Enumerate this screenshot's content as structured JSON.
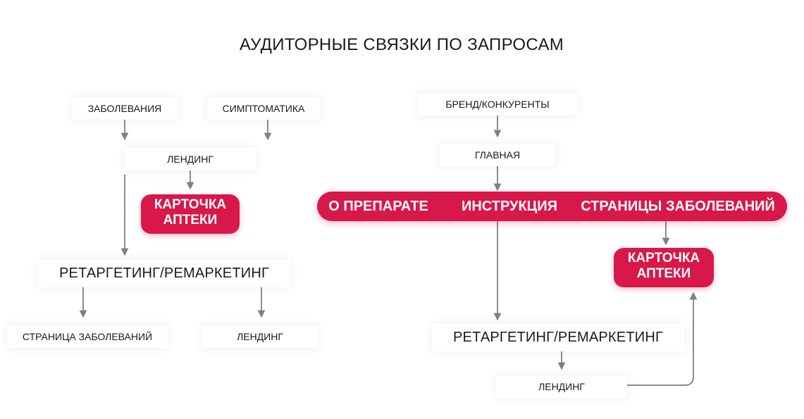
{
  "title": "АУДИТОРНЫЕ СВЯЗКИ ПО ЗАПРОСАМ",
  "left": {
    "diseases": "ЗАБОЛЕВАНИЯ",
    "symptoms": "СИМПТОМАТИКА",
    "landing": "ЛЕНДИНГ",
    "pharmacy_card": [
      "КАРТОЧКА",
      "АПТЕКИ"
    ],
    "retargeting": "РЕТАРГЕТИНГ/РЕМАРКЕТИНГ",
    "disease_page": "СТРАНИЦА ЗАБОЛЕВАНИЙ",
    "landing_bottom": "ЛЕНДИНГ"
  },
  "right": {
    "brand": "БРЕНД/КОНКУРЕНТЫ",
    "main": "ГЛАВНАЯ",
    "bar_items": [
      "О ПРЕПАРАТЕ",
      "ИНСТРУКЦИЯ",
      "СТРАНИЦЫ ЗАБОЛЕВАНИЙ"
    ],
    "pharmacy_card": [
      "КАРТОЧКА",
      "АПТЕКИ"
    ],
    "retargeting": "РЕТАРГЕТИНГ/РЕМАРКЕТИНГ",
    "landing": "ЛЕНДИНГ"
  },
  "colors": {
    "accent": "#d8174a",
    "arrow": "#808080"
  }
}
